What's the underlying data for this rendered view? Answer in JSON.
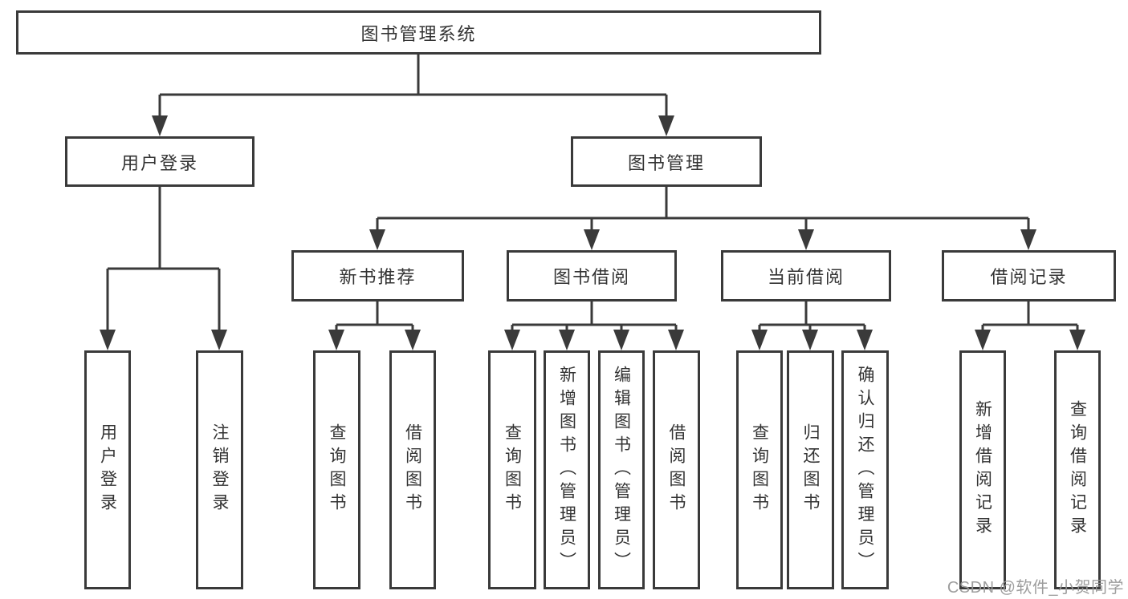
{
  "diagram": {
    "root": {
      "label": "图书管理系统"
    },
    "level2": {
      "user_login": {
        "label": "用户登录"
      },
      "book_management": {
        "label": "图书管理"
      }
    },
    "level3": {
      "new_book_recommend": {
        "label": "新书推荐"
      },
      "book_borrow": {
        "label": "图书借阅"
      },
      "current_borrow": {
        "label": "当前借阅"
      },
      "borrow_record": {
        "label": "借阅记录"
      }
    },
    "leaves": {
      "user_login": {
        "label": "用户登录"
      },
      "logout": {
        "label": "注销登录"
      },
      "rec_query_book": {
        "label": "查询图书"
      },
      "rec_borrow_book": {
        "label": "借阅图书"
      },
      "bb_query_book": {
        "label": "查询图书"
      },
      "bb_add_book": {
        "label": "新增图书（管理员）"
      },
      "bb_edit_book": {
        "label": "编辑图书（管理员）"
      },
      "bb_borrow_book": {
        "label": "借阅图书"
      },
      "cb_query_book": {
        "label": "查询图书"
      },
      "cb_return_book": {
        "label": "归还图书"
      },
      "cb_confirm_return": {
        "label": "确认归还（管理员）"
      },
      "br_add_record": {
        "label": "新增借阅记录"
      },
      "br_query_record": {
        "label": "查询借阅记录"
      }
    },
    "watermark": "CSDN @软件_小贺同学",
    "colors": {
      "line": "#3a3a3a",
      "text": "#333333",
      "watermark": "#989898",
      "background": "#ffffff"
    }
  }
}
